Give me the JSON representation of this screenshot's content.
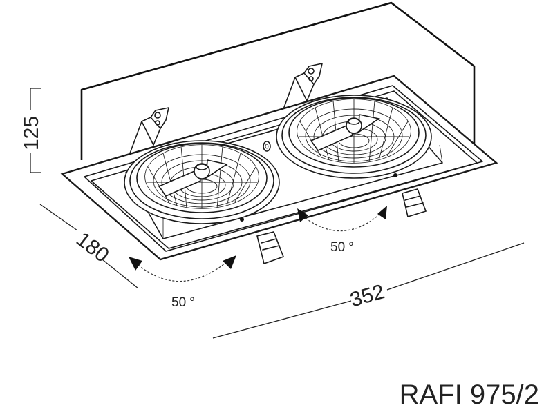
{
  "diagram": {
    "dimensions": {
      "height": "125",
      "depth": "180",
      "length": "352"
    },
    "rotation_left": {
      "value": "50",
      "unit": "°"
    },
    "rotation_right": {
      "value": "50",
      "unit": "°"
    },
    "model_name": "RAFI 975/2"
  }
}
